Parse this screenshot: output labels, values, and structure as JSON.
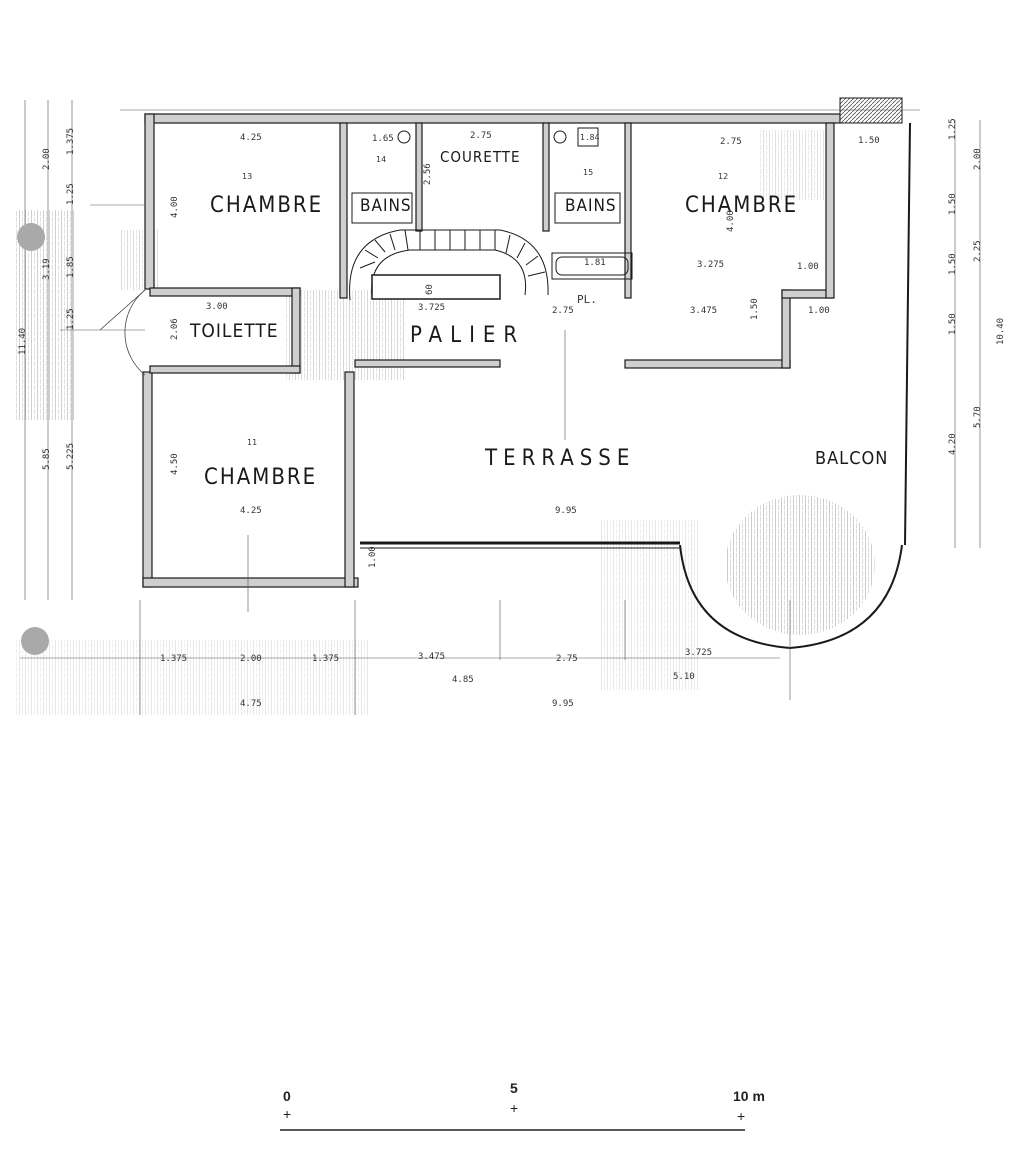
{
  "rooms": {
    "chambre_13": "CHAMBRE",
    "chambre_12": "CHAMBRE",
    "chambre_11": "CHAMBRE",
    "bains_14": "BAINS",
    "bains_15": "BAINS",
    "courette": "COURETTE",
    "toilette": "TOILETTE",
    "palier": "PALIER",
    "terrasse": "TERRASSE",
    "balcon": "BALCON",
    "pl": "PL."
  },
  "room_numbers": {
    "r13": "13",
    "r14": "14",
    "r15": "15",
    "r12": "12",
    "r11": "11"
  },
  "dimensions": {
    "top_425": "4.25",
    "top_1_65": "1.65",
    "top_275": "2.75",
    "top_2_56": "2.56",
    "top_275_right": "2.75",
    "top_150": "1.50",
    "ch13_400": "4.00",
    "toilette_300": "3.00",
    "toilette_206": "2.06",
    "stair_3725": "3.725",
    "stair_60": "60",
    "pl_275": "2.75",
    "bath_181": "1.81",
    "bath_184": "1.84",
    "ch12_3275": "3.275",
    "ch12_3475": "3.475",
    "ch12_400": "4.00",
    "ch12_100a": "1.00",
    "ch12_100b": "1.00",
    "ch12_150": "1.50",
    "ch11_450": "4.50",
    "ch11_425": "4.25",
    "terrasse_995": "9.95",
    "terr_100": "1.00",
    "b_1375a": "1.375",
    "b_200": "2.00",
    "b_1375b": "1.375",
    "b_3475": "3.475",
    "b_485": "4.85",
    "b_275": "2.75",
    "b_3725": "3.725",
    "b_510": "5.10",
    "b_475": "4.75",
    "b_995": "9.95",
    "l_200": "2.00",
    "l_125": "1.25",
    "l_1375": "1.375",
    "l_319": "3.19",
    "l_185": "1.85",
    "l_125b": "1.25",
    "l_1140": "11.40",
    "l_585": "5.85",
    "l_5225": "5.225",
    "r_125": "1.25",
    "r_200": "2.00",
    "r_150a": "1.50",
    "r_150b": "1.50",
    "r_225": "2.25",
    "r_150c": "1.50",
    "r_1040": "10.40",
    "r_420": "4.20",
    "r_570": "5.70"
  },
  "scale_bar": {
    "zero": "0",
    "five": "5",
    "ten": "10 m",
    "plus": "+"
  },
  "colors": {
    "ink": "#1a1a1a",
    "wall_fill": "#cfcfcf",
    "marker": "#a9a9a9"
  }
}
